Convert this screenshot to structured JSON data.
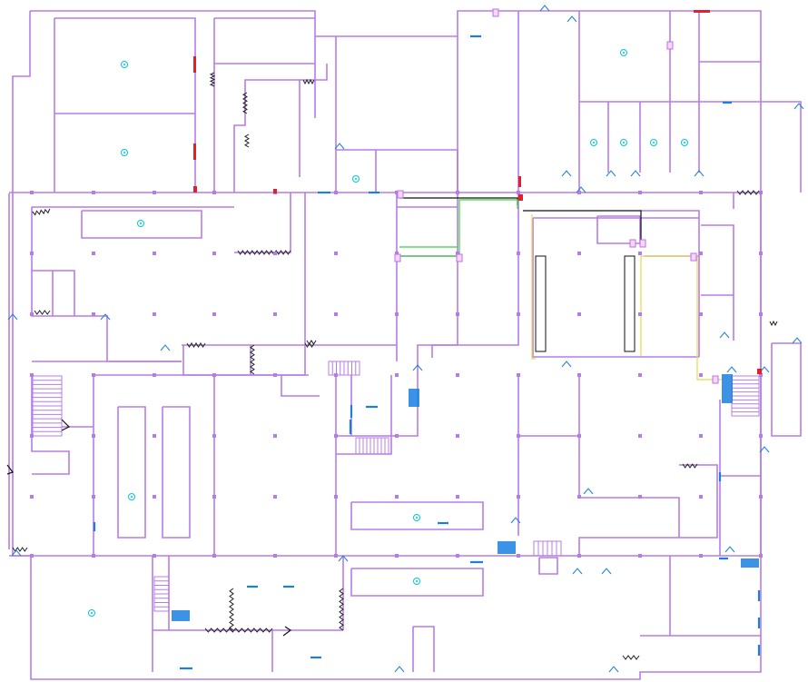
{
  "colors": {
    "wall": "#b57ce8",
    "column": "#b57ce8",
    "door": "#1a7fe0",
    "equipment_fill": "#1a7fe0",
    "fixture": "#00c8d8",
    "alarm": "#e0202a",
    "stair": "#b57ce8",
    "zigzag": "#222222",
    "green_line": "#3fcf3f",
    "yellow_line": "#e8d84a",
    "black_line": "#111111",
    "tag": "#c070e0"
  },
  "symbols": {
    "fixture": "ceiling-fixture-icon",
    "column": "column-marker",
    "door": "door-swing-icon",
    "stair": "stair-run",
    "tag": "device-tag"
  }
}
